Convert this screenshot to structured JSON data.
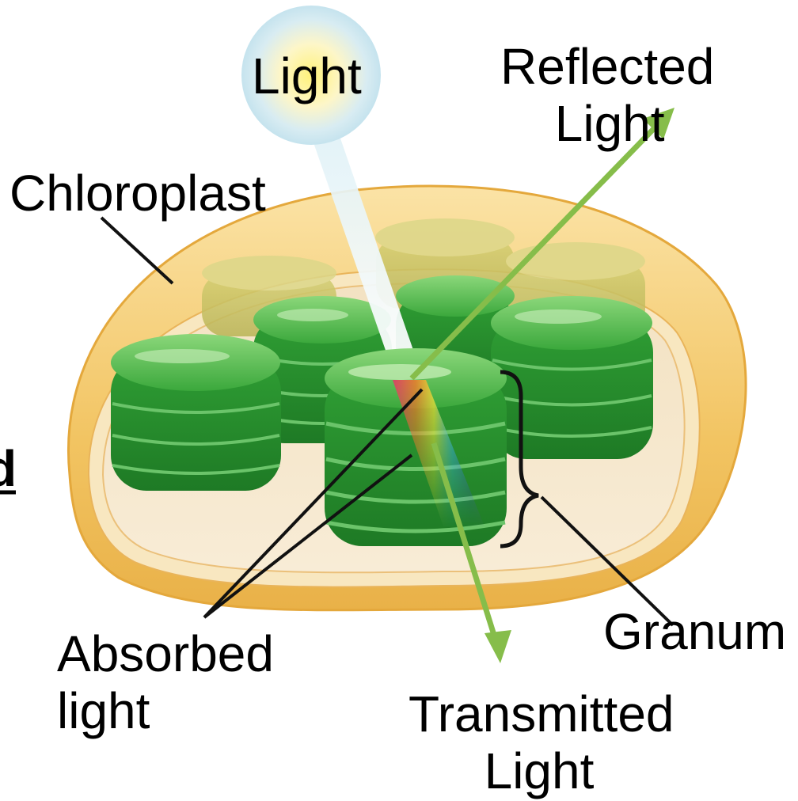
{
  "labels": {
    "light": "Light",
    "reflected_line1": "Reflected",
    "reflected_line2": "Light",
    "chloroplast": "Chloroplast",
    "granum": "Granum",
    "absorbed_line1": "Absorbed",
    "absorbed_line2": "light",
    "transmitted_line1": "Transmitted",
    "transmitted_line2": "Light",
    "edge_fragment": "d"
  },
  "colors": {
    "envelope_outer": "#F2C462",
    "envelope_inner": "#F8E7C0",
    "stroma": "#F6E8CC",
    "granum_green": "#2E9E32",
    "granum_highlight": "#7DD070",
    "arrow_green": "#86BD4A",
    "light_glow": "#FFF08A"
  }
}
